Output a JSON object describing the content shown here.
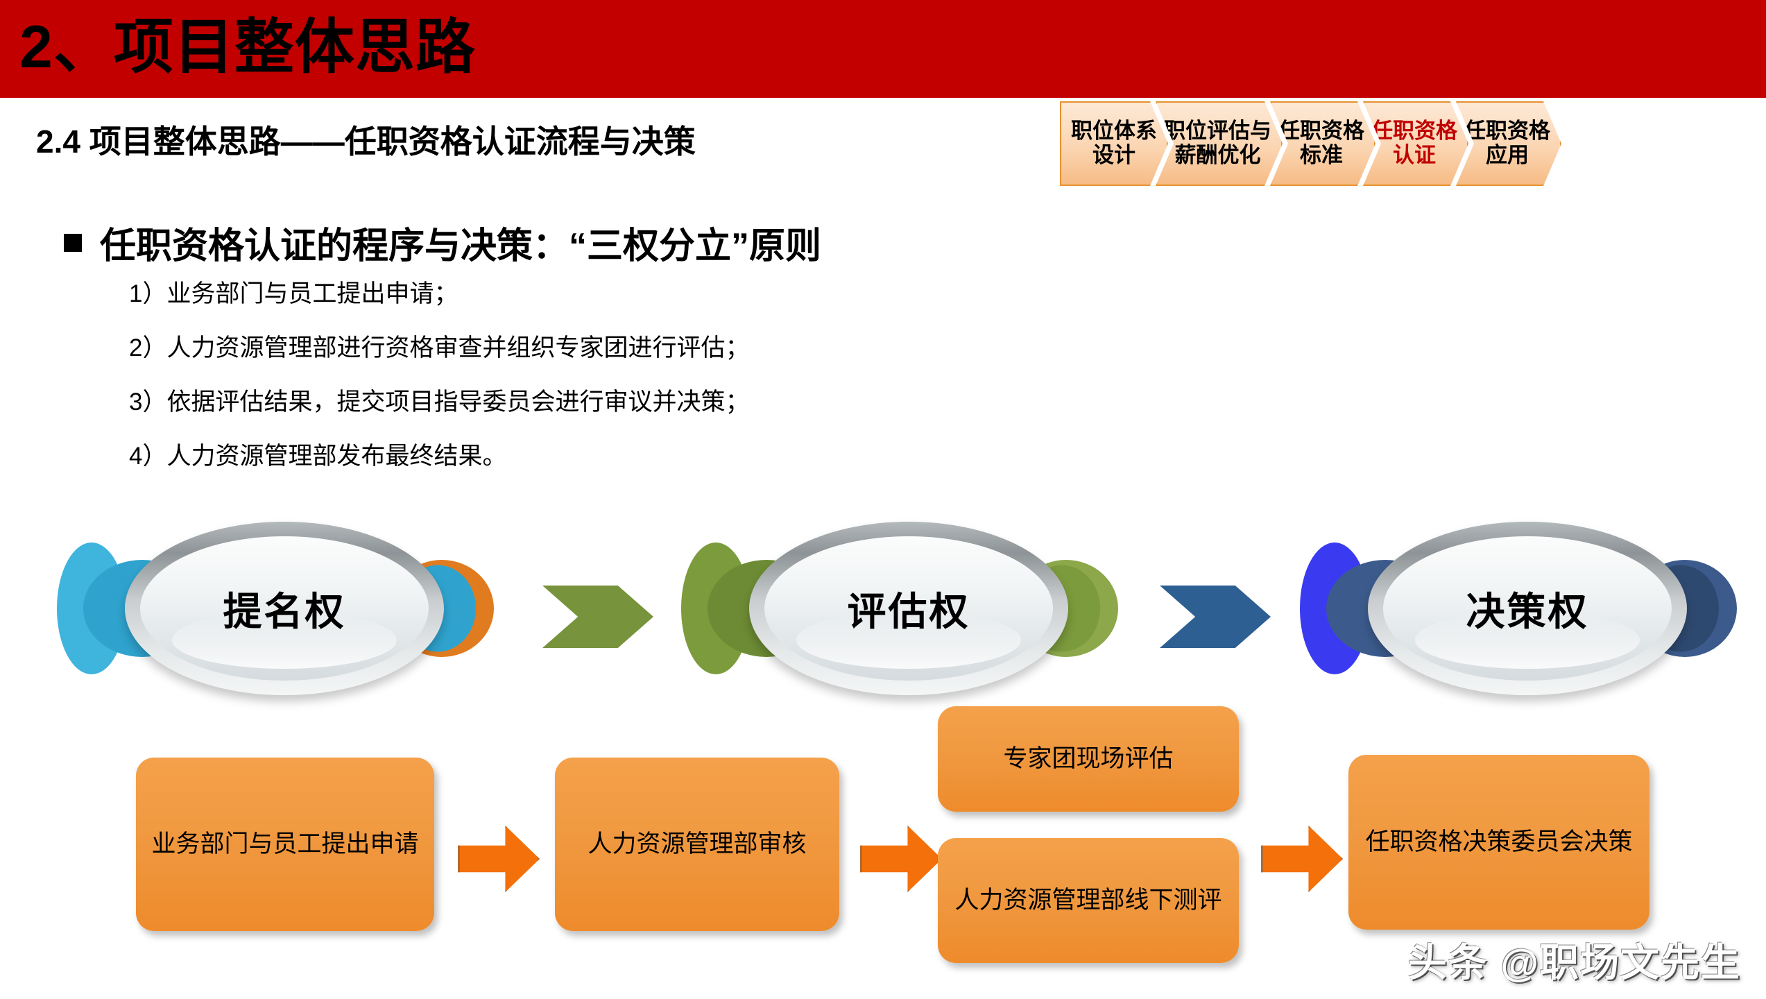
{
  "banner": {
    "title": "2、项目整体思路",
    "background_color": "#C20000",
    "text_color": "#000000"
  },
  "subheading": "2.4  项目整体思路——任职资格认证流程与决策",
  "tabs": {
    "active_color": "#C00000",
    "items": [
      {
        "line1": "职位体系",
        "line2": "设计",
        "active": false
      },
      {
        "line1": "职位评估与",
        "line2": "薪酬优化",
        "active": false
      },
      {
        "line1": "任职资格",
        "line2": "标准",
        "active": false
      },
      {
        "line1": "任职资格",
        "line2": "认证",
        "active": true
      },
      {
        "line1": "任职资格",
        "line2": "应用",
        "active": false
      }
    ]
  },
  "bullet_heading": "任职资格认证的程序与决策：“三权分立”原则",
  "steps": [
    "1）业务部门与员工提出申请；",
    "2）人力资源管理部进行资格审查并组织专家团进行评估；",
    "3）依据评估结果，提交项目指导委员会进行审议并决策；",
    "4）人力资源管理部发布最终结果。"
  ],
  "lenses": [
    {
      "label": "提名权",
      "disc_left_outer": "#3FB4DC",
      "disc_left_inner": "#2FA3CE",
      "disc_right_outer": "#E07B1F",
      "disc_right_inner": "#2FA3CE"
    },
    {
      "label": "评估权",
      "disc_left_outer": "#7C9B3C",
      "disc_left_inner": "#6D8B34",
      "disc_right_outer": "#8CA84A",
      "disc_right_inner": "#7C9B3C"
    },
    {
      "label": "决策权",
      "disc_left_outer": "#3A3AF0",
      "disc_left_inner": "#3C5B8C",
      "disc_right_outer": "#3C5B8C",
      "disc_right_inner": "#2E4970"
    }
  ],
  "lens_arrows": [
    {
      "color": "#77933C"
    },
    {
      "color": "#2E5F93"
    }
  ],
  "flow": {
    "box_color": "#F09A42",
    "arrow_color": "#F4700A",
    "boxes": [
      {
        "text": "业务部门与员工提出申请"
      },
      {
        "text": "人力资源管理部审核"
      },
      {
        "text": "专家团现场评估"
      },
      {
        "text": "人力资源管理部线下测评"
      },
      {
        "text": "任职资格决策委员会决策"
      }
    ]
  },
  "watermark": "头条 @职场文先生"
}
